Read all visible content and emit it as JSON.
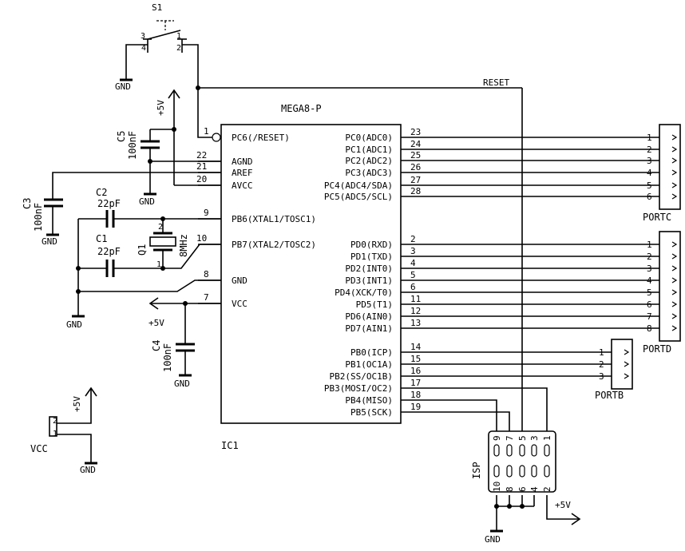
{
  "chip": {
    "name": "MEGA8-P",
    "ref": "IC1",
    "left_pins": [
      {
        "num": "1",
        "label": "PC6(/RESET)"
      },
      {
        "num": "22",
        "label": "AGND"
      },
      {
        "num": "21",
        "label": "AREF"
      },
      {
        "num": "20",
        "label": "AVCC"
      },
      {
        "num": "9",
        "label": "PB6(XTAL1/TOSC1)"
      },
      {
        "num": "10",
        "label": "PB7(XTAL2/TOSC2)"
      },
      {
        "num": "8",
        "label": "GND"
      },
      {
        "num": "7",
        "label": "VCC"
      }
    ],
    "right_pins": [
      {
        "num": "23",
        "label": "PC0(ADC0)"
      },
      {
        "num": "24",
        "label": "PC1(ADC1)"
      },
      {
        "num": "25",
        "label": "PC2(ADC2)"
      },
      {
        "num": "26",
        "label": "PC3(ADC3)"
      },
      {
        "num": "27",
        "label": "PC4(ADC4/SDA)"
      },
      {
        "num": "28",
        "label": "PC5(ADC5/SCL)"
      },
      {
        "num": "2",
        "label": "PD0(RXD)"
      },
      {
        "num": "3",
        "label": "PD1(TXD)"
      },
      {
        "num": "4",
        "label": "PD2(INT0)"
      },
      {
        "num": "5",
        "label": "PD3(INT1)"
      },
      {
        "num": "6",
        "label": "PD4(XCK/T0)"
      },
      {
        "num": "11",
        "label": "PD5(T1)"
      },
      {
        "num": "12",
        "label": "PD6(AIN0)"
      },
      {
        "num": "13",
        "label": "PD7(AIN1)"
      },
      {
        "num": "14",
        "label": "PB0(ICP)"
      },
      {
        "num": "15",
        "label": "PB1(OC1A)"
      },
      {
        "num": "16",
        "label": "PB2(SS/OC1B)"
      },
      {
        "num": "17",
        "label": "PB3(MOSI/OC2)"
      },
      {
        "num": "18",
        "label": "PB4(MISO)"
      },
      {
        "num": "19",
        "label": "PB5(SCK)"
      }
    ]
  },
  "connectors": {
    "portc": {
      "name": "PORTC",
      "pins": [
        "1",
        "2",
        "3",
        "4",
        "5",
        "6"
      ]
    },
    "portd": {
      "name": "PORTD",
      "pins": [
        "1",
        "2",
        "3",
        "4",
        "5",
        "6",
        "7",
        "8"
      ]
    },
    "portb": {
      "name": "PORTB",
      "pins": [
        "1",
        "2",
        "3"
      ]
    },
    "isp": {
      "name": "ISP",
      "top_pins": [
        "9",
        "7",
        "5",
        "3",
        "1"
      ],
      "bottom_pins": [
        "10",
        "8",
        "6",
        "4",
        "2"
      ]
    },
    "vcc": {
      "name": "VCC",
      "pins": [
        "2",
        "1"
      ]
    }
  },
  "switch": {
    "name": "S1",
    "pin_a": "3",
    "pin_b": "1",
    "sub_a": "4",
    "sub_b": "2"
  },
  "components": {
    "c1": {
      "name": "C1",
      "value": "22pF"
    },
    "c2": {
      "name": "C2",
      "value": "22pF"
    },
    "c3": {
      "name": "C3",
      "value": "100nF"
    },
    "c4": {
      "name": "C4",
      "value": "100nF"
    },
    "c5": {
      "name": "C5",
      "value": "100nF"
    },
    "q1": {
      "name": "Q1",
      "value": "8MHz",
      "pin_top": "2",
      "pin_bottom": "1"
    }
  },
  "nets": {
    "reset": "RESET",
    "gnd": "GND",
    "plus5v": "+5V"
  }
}
